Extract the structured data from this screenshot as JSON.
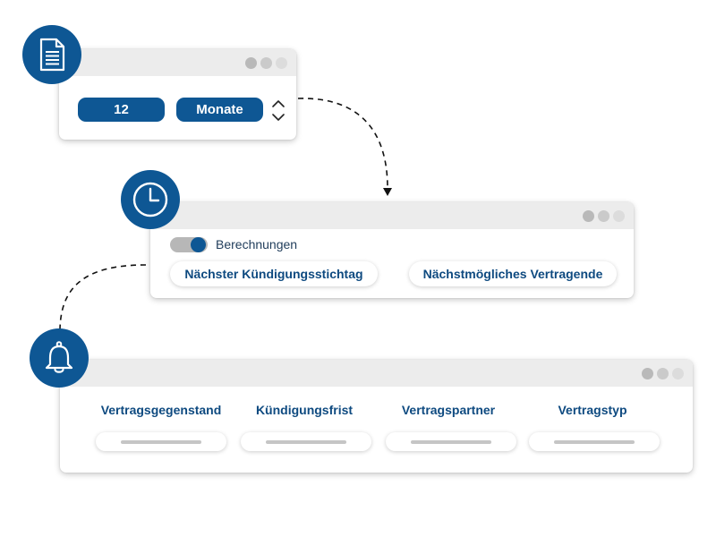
{
  "duration": {
    "value": "12",
    "unit": "Monate"
  },
  "calculations": {
    "toggle_label": "Berechnungen",
    "toggle_on": true,
    "buttons": [
      "Nächster Kündigungsstichtag",
      "Nächstmögliches Vertragende"
    ]
  },
  "contract": {
    "columns": [
      "Vertragsgegenstand",
      "Kündigungsfrist",
      "Vertragspartner",
      "Vertragstyp"
    ]
  },
  "icons": [
    "document-icon",
    "clock-icon",
    "bell-icon",
    "chevron-up-icon",
    "chevron-down-icon"
  ],
  "colors": {
    "brand": "#0e5794",
    "text_blue": "#0e4a80",
    "titlebar": "#ececec"
  }
}
